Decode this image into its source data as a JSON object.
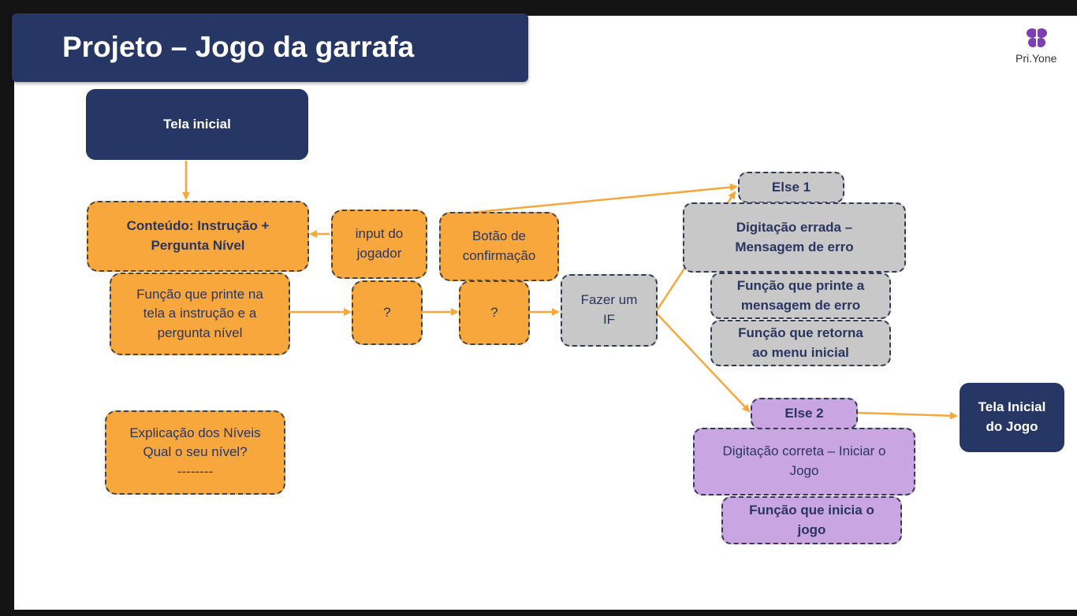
{
  "title": "Projeto – Jogo da garrafa",
  "logo": {
    "text": "Pri.Yone",
    "icon": "butterfly-icon",
    "color": "#7b3fb0"
  },
  "colors": {
    "navy": "#273765",
    "orange": "#f7a73c",
    "grey": "#c8c8c8",
    "purple": "#c9a6e2",
    "arrow": "#f7a73c"
  },
  "nodes": {
    "tela_inicial": "Tela inicial",
    "conteudo": {
      "line1": "Conteúdo: Instrução +",
      "line2": "Pergunta Nível"
    },
    "funcao_printe": {
      "line1": "Função que printe na",
      "line2": "tela a instrução e a",
      "line3": "pergunta nível"
    },
    "input_jogador": {
      "line1": "input do",
      "line2": "jogador"
    },
    "botao": {
      "line1": "Botão de",
      "line2": "confirmação"
    },
    "q1": "?",
    "q2": "?",
    "fazer_if": {
      "line1": "Fazer um",
      "line2": "IF"
    },
    "explicacao": {
      "line1": "Explicação dos Níveis",
      "line2": "Qual o seu nível?",
      "line3": "--------"
    },
    "else1": "Else 1",
    "digitacao_errada": {
      "line1": "Digitação errada –",
      "line2": "Mensagem de erro"
    },
    "funcao_msg_erro": {
      "line1": "Função que printe a",
      "line2": "mensagem de erro"
    },
    "funcao_retorna": {
      "line1": "Função que retorna",
      "line2": "ao menu inicial"
    },
    "else2": "Else 2",
    "digitacao_correta": {
      "line1": "Digitação correta – Iniciar o",
      "line2": "Jogo"
    },
    "funcao_inicia": {
      "line1": "Função que inicia o",
      "line2": "jogo"
    },
    "tela_inicial_jogo": {
      "line1": "Tela Inicial",
      "line2": "do Jogo"
    }
  }
}
